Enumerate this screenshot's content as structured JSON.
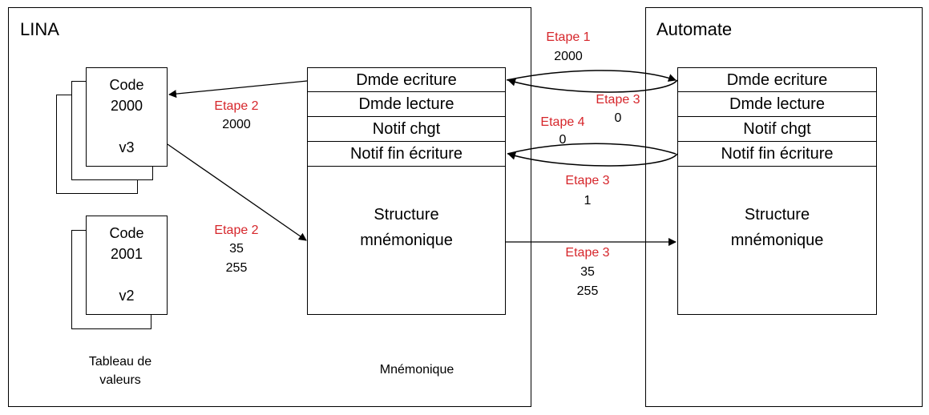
{
  "lina": {
    "title": "LINA",
    "doc1": {
      "line1": "Code",
      "line2": "2000",
      "version": "v3"
    },
    "doc2": {
      "line1": "Code",
      "line2": "2001",
      "version": "v2"
    },
    "table_label": "Tableau de\nvaleurs",
    "mnemonique_label": "Mnémonique",
    "struct": {
      "rows": [
        "Dmde ecriture",
        "Dmde lecture",
        "Notif chgt",
        "Notif fin écriture"
      ],
      "body_line1": "Structure",
      "body_line2": "mnémonique"
    }
  },
  "automate": {
    "title": "Automate",
    "struct": {
      "rows": [
        "Dmde ecriture",
        "Dmde lecture",
        "Notif chgt",
        "Notif fin écriture"
      ],
      "body_line1": "Structure",
      "body_line2": "mnémonique"
    }
  },
  "steps": {
    "etape1": {
      "label": "Etape 1",
      "value": "2000"
    },
    "etape2a": {
      "label": "Etape 2",
      "value": "2000"
    },
    "etape2b": {
      "label": "Etape 2",
      "value1": "35",
      "value2": "255"
    },
    "etape3a": {
      "label": "Etape 3",
      "value": "0"
    },
    "etape4": {
      "label": "Etape 4",
      "value": "0"
    },
    "etape3b": {
      "label": "Etape 3",
      "value": "1"
    },
    "etape3c": {
      "label": "Etape 3",
      "value1": "35",
      "value2": "255"
    }
  },
  "colors": {
    "step_label": "#d6262b",
    "line": "#000000"
  }
}
